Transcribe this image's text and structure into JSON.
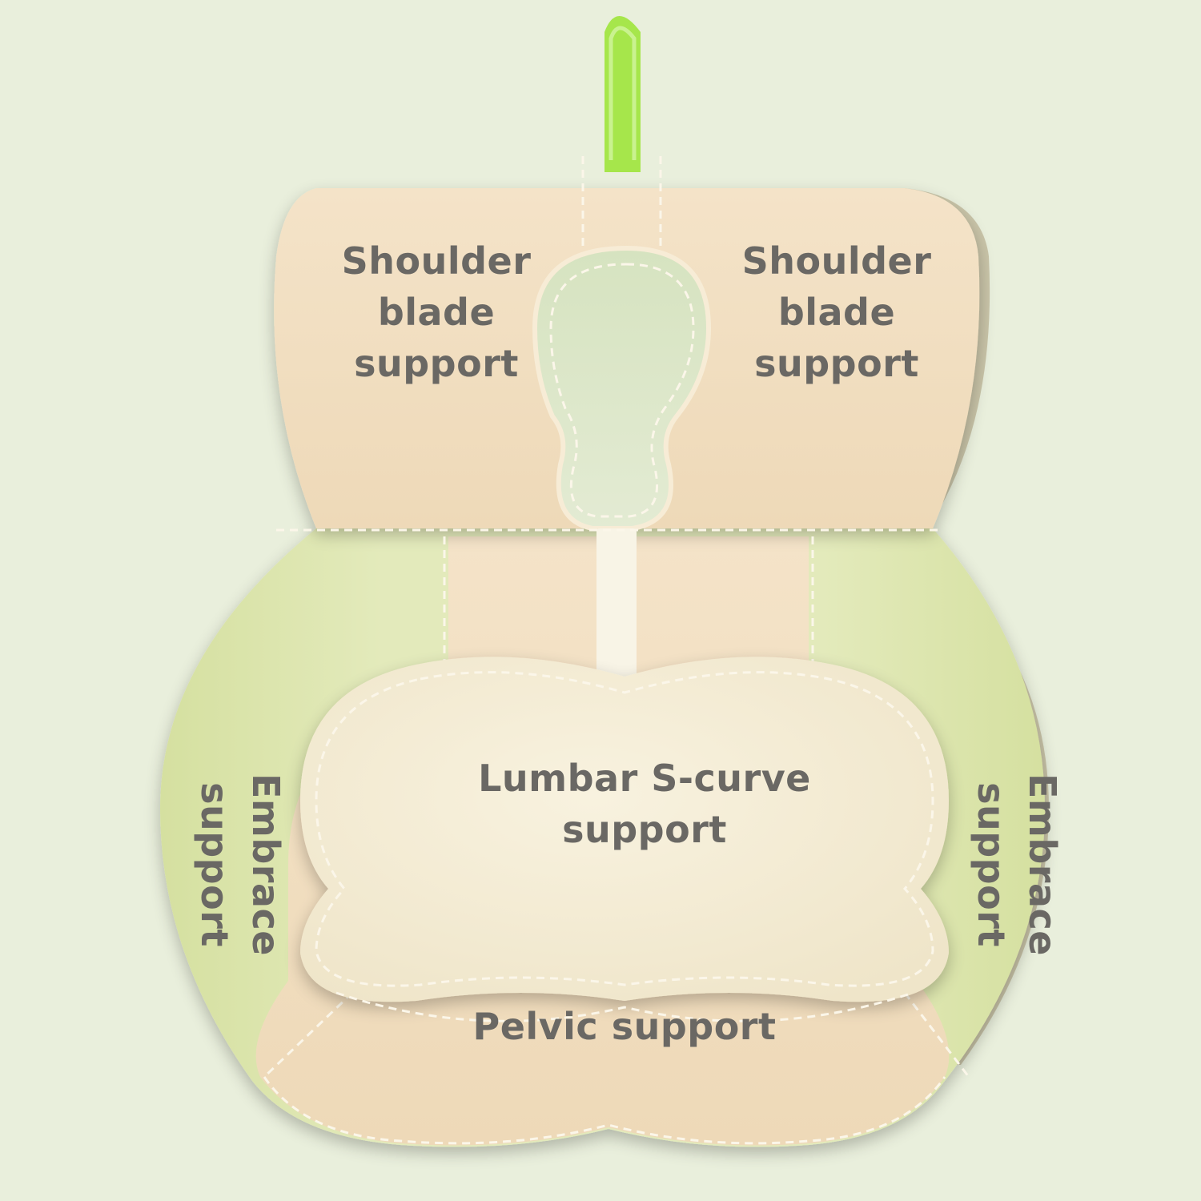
{
  "labels": {
    "shoulder_left": "Shoulder\nblade\nsupport",
    "shoulder_right": "Shoulder\nblade\nsupport",
    "lumbar": "Lumbar S-curve\nsupport",
    "pelvic": "Pelvic support",
    "embrace_left": "Embrace\nsupport",
    "embrace_right": "Embrace\nsupport"
  },
  "colors": {
    "background": "#e9efdc",
    "beige_panel": "#f2dfc2",
    "green_panel": "#e1e9b6",
    "lumbar_pad": "#f5eed9",
    "stitch": "#fbf6e9",
    "loop_tab": "#a6e64b",
    "label_text": "#6a6864"
  }
}
